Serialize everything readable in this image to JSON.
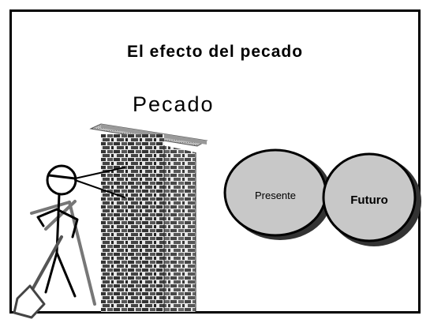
{
  "slide": {
    "title": "El efecto del pecado",
    "wall_label": "Pecado",
    "circles": [
      {
        "label": "Presente"
      },
      {
        "label": "Futuro"
      }
    ]
  },
  "colors": {
    "circle_fill": "#c8c8c8",
    "brick_dark": "#333333",
    "brick_mortar": "#e6e6e6",
    "frame": "#000000"
  },
  "icons": [
    "stick-figure-with-shovel",
    "brick-wall"
  ]
}
